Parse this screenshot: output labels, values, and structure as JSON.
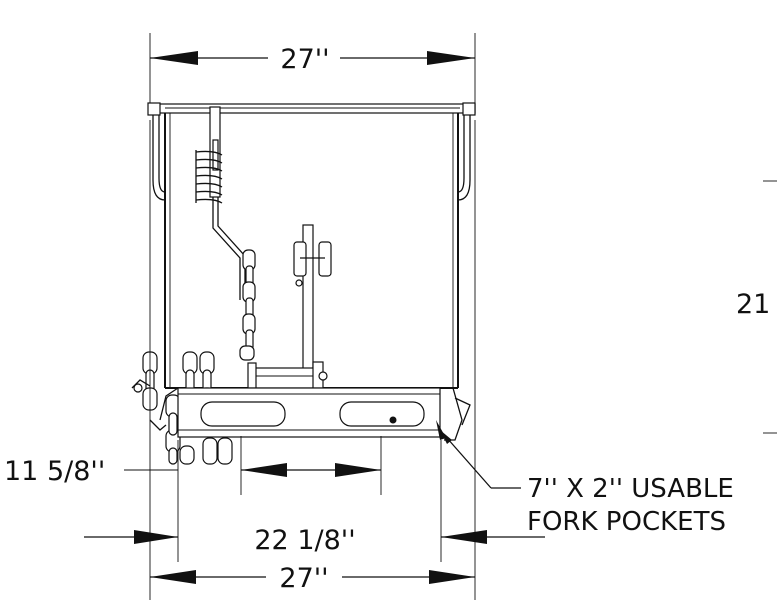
{
  "dimensions": {
    "top_width": "27''",
    "bottom_width": "27''",
    "pocket_span": "22 1/8''",
    "pocket_center": "11 5/8''",
    "height_partial": "21"
  },
  "callout": {
    "line1": "7'' X 2'' USABLE",
    "line2": "FORK POCKETS"
  }
}
